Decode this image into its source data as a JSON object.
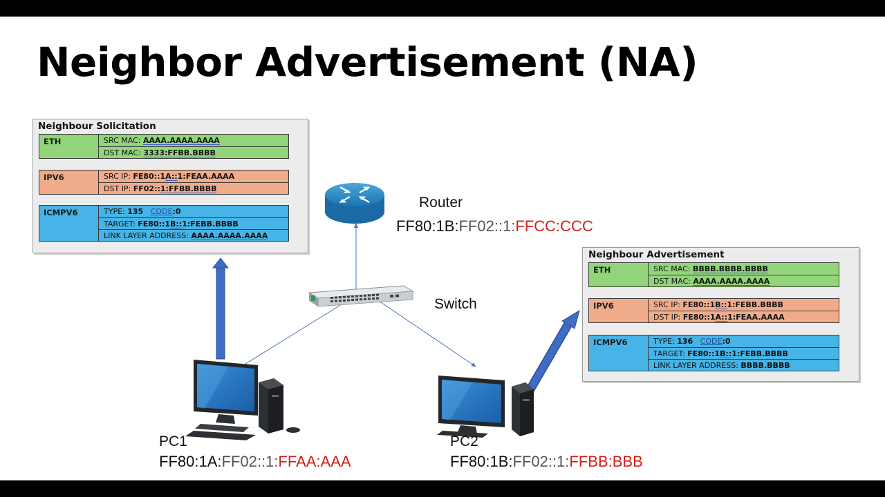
{
  "title": "Neighbor Advertisement (NA)",
  "colors": {
    "eth": "#92d57a",
    "ipv6": "#f0ac8a",
    "icmpv6": "#46b4e6",
    "address_highlight": "#d0201a",
    "arrow": "#3f6cc4"
  },
  "solicitation": {
    "title": "Neighbour Solicitation",
    "eth": {
      "label": "ETH",
      "src_key": "SRC MAC: ",
      "src_val": "AAAA.AAAA.AAAA",
      "dst_key": "DST MAC: ",
      "dst_val": "3333:FFBB.BBBB"
    },
    "ipv6": {
      "label": "IPV6",
      "src_key": "SRC IP: ",
      "src_a": "FE80::1",
      "src_b": "A::",
      "src_c": "1:FEAA.AAAA",
      "dst_key": "DST IP: ",
      "dst_a": "FF02::",
      "dst_b": "1:FFBB.BBBB"
    },
    "icmpv6": {
      "label": "ICMPV6",
      "type_key": "TYPE: ",
      "type_val": "135",
      "code_key": "CODE",
      "code_val": ":0",
      "target_key": "TARGET: ",
      "target_a": "FE80::1",
      "target_b": "B::",
      "target_c": "1:FEBB.BBBB",
      "lla_key": "LINK LAYER ADDRESS: ",
      "lla_val": "AAAA.AAAA.AAAA"
    }
  },
  "advertisement": {
    "title": "Neighbour Advertisement",
    "eth": {
      "label": "ETH",
      "src_key": "SRC MAC: ",
      "src_val": "BBBB.BBBB.BBBB",
      "dst_key": "DST MAC: ",
      "dst_val": "AAAA.AAAA.AAAA"
    },
    "ipv6": {
      "label": "IPV6",
      "src_key": "SRC IP: ",
      "src_a": "FE80::1",
      "src_b": "B::",
      "src_c": "1:FEBB.BBBB",
      "dst_key": "DST IP: ",
      "dst_a": "FE80::1",
      "dst_b": "A::",
      "dst_c": "1:FEAA.AAAA"
    },
    "icmpv6": {
      "label": "ICMPV6",
      "type_key": "TYPE: ",
      "type_val": "136",
      "code_key": "CODE",
      "code_val": ":0",
      "target_key": "TARGET: ",
      "target_a": "FE80::1",
      "target_b": "B::",
      "target_c": "1:FEBB.BBBB",
      "lla_key": "LINK LAYER ADDRESS: ",
      "lla_val": "BBBB.BBBB"
    }
  },
  "router": {
    "label": "Router",
    "addr_a": "FF80:1B:",
    "addr_b": "FF02::1:",
    "addr_c": "FFCC:CCC"
  },
  "switch": {
    "label": "Switch"
  },
  "pc1": {
    "label": "PC1",
    "addr_a": "FF80:1A:",
    "addr_b": "FF02::1:",
    "addr_c": "FFAA:AAA"
  },
  "pc2": {
    "label": "PC2",
    "addr_a": "FF80:1B:",
    "addr_b": "FF02::1:",
    "addr_c": "FFBB:BBB"
  },
  "icons": {
    "router": "router-icon",
    "switch": "switch-icon",
    "pc1": "computer-icon",
    "pc2": "computer-icon"
  }
}
